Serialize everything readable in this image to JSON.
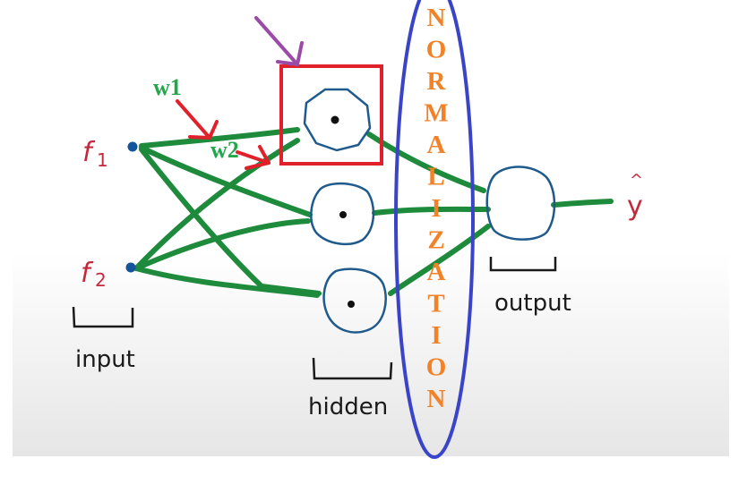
{
  "diagram": {
    "title": "Neural network with normalization between hidden and output layers",
    "colors": {
      "edge": "#1e8a3c",
      "node_outline": "#1f5a8c",
      "input_dot": "#13549a",
      "feature_label": "#c4283a",
      "weight_label": "#22a84a",
      "weight_arrow": "#e0202a",
      "highlight_box": "#e0202a",
      "pointer_arrow": "#9b4aa8",
      "normalization_ellipse": "#3a44c8",
      "normalization_text": "#f28228",
      "bracket": "#1a1a1a"
    },
    "inputs": [
      {
        "id": "f1",
        "label_base": "f",
        "label_sub": "1"
      },
      {
        "id": "f2",
        "label_base": "f",
        "label_sub": "2"
      }
    ],
    "hidden": [
      {
        "id": "h1",
        "highlighted": true
      },
      {
        "id": "h2",
        "highlighted": false
      },
      {
        "id": "h3",
        "highlighted": false
      }
    ],
    "output": {
      "id": "o1",
      "label": "ŷ",
      "label_base": "y",
      "label_hat": "^"
    },
    "edges": [
      {
        "from": "f1",
        "to": "h1"
      },
      {
        "from": "f1",
        "to": "h2"
      },
      {
        "from": "f1",
        "to": "h3"
      },
      {
        "from": "f2",
        "to": "h1"
      },
      {
        "from": "f2",
        "to": "h2"
      },
      {
        "from": "f2",
        "to": "h3"
      },
      {
        "from": "h1",
        "to": "o1"
      },
      {
        "from": "h2",
        "to": "o1"
      },
      {
        "from": "h3",
        "to": "o1"
      },
      {
        "from": "o1",
        "to": "yhat"
      }
    ],
    "weights": [
      {
        "label": "w1",
        "edge": "f1-h1"
      },
      {
        "label": "w2",
        "edge": "f2-h1"
      }
    ],
    "layer_labels": {
      "input": "input",
      "hidden": "hidden",
      "output": "output"
    },
    "normalization": {
      "text": "NORMALIZATION",
      "letters": [
        "N",
        "O",
        "R",
        "M",
        "A",
        "L",
        "I",
        "Z",
        "A",
        "T",
        "I",
        "O",
        "N"
      ]
    }
  }
}
